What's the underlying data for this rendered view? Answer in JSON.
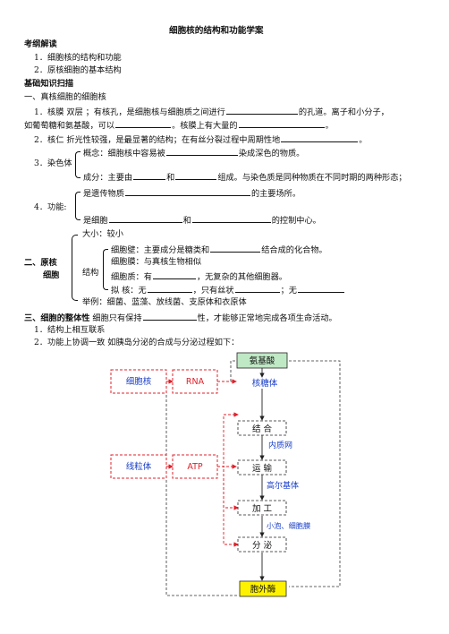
{
  "title": "细胞核的结构和功能学案",
  "exam": {
    "heading": "考纲解读",
    "items": [
      "1．细胞核的结构和功能",
      "2．原核细胞的基本结构"
    ]
  },
  "basics": {
    "heading": "基础知识扫描",
    "sec1": "一、真核细胞的细胞核",
    "l1a": "1．核膜  双层  ；有核孔，是细胞核与细胞质之间进行",
    "l1b": "的孔道。离子和小分子，",
    "l1c": "如葡萄糖和氨基酸，可以",
    "l1d": "。核膜上有大量的",
    "l1e": "。",
    "l2a": "2．核仁  折光性较强，是最显著的结构；在有丝分裂过程中周期性地",
    "l2b": "。",
    "l3label": "3．染色体",
    "l3c1a": "概念：细胞核中容易被",
    "l3c1b": "染成深色的物质。",
    "l3c2a": "成分：主要由",
    "l3c2b": "和",
    "l3c2c": "组成。与染色质是同种物质在不同时期的两种形态；",
    "l4label": "4．功能:",
    "l4c1a": "是遗传物质",
    "l4c1b": "的主要场所。",
    "l4c2a": "是细胞",
    "l4c2b": "和",
    "l4c2c": "的控制中心。"
  },
  "prok": {
    "label1": "二、原核",
    "label2": "细胞",
    "size": "大小：较小",
    "struct": "结构",
    "wall": "细胞壁：主要成分是糖类和",
    "wall2": "结合成的化合物。",
    "membrane": "细胞膜：与真核生物相似",
    "cyto_a": "细胞质：有",
    "cyto_b": "，无复杂的其他细胞器。",
    "nuc_a": "拟   核：无",
    "nuc_b": "，只有丝状",
    "nuc_c": "；无",
    "examples": "举例：细菌、蓝藻、放线菌、支原体和衣原体"
  },
  "whole": {
    "heading": "三、细胞的整体性",
    "text_a": "细胞只有保持",
    "text_b": "性，才能够正常地完成各项生命活动。",
    "i1": "1．结构上相互联系",
    "i2": "2．功能上协调一致   如胰岛分泌的合成与分泌过程如下："
  },
  "diagram": {
    "left_top": "细胞核",
    "rna": "RNA",
    "left_bot": "线粒体",
    "atp": "ATP",
    "amino": "氨基酸",
    "ribosome": "核糖体",
    "combine": "结    合",
    "er": "内质网",
    "transport": "运    输",
    "golgi": "高尔基体",
    "process": "加    工",
    "vesicle": "小泡、细胞膜",
    "secrete": "分    泌",
    "outside": "胞外酶",
    "colors": {
      "red": "#e0202a",
      "blue": "#1a3fc8",
      "green_fill": "#bfe8c4",
      "yellow_fill": "#fff200",
      "dash": "#333333"
    }
  }
}
